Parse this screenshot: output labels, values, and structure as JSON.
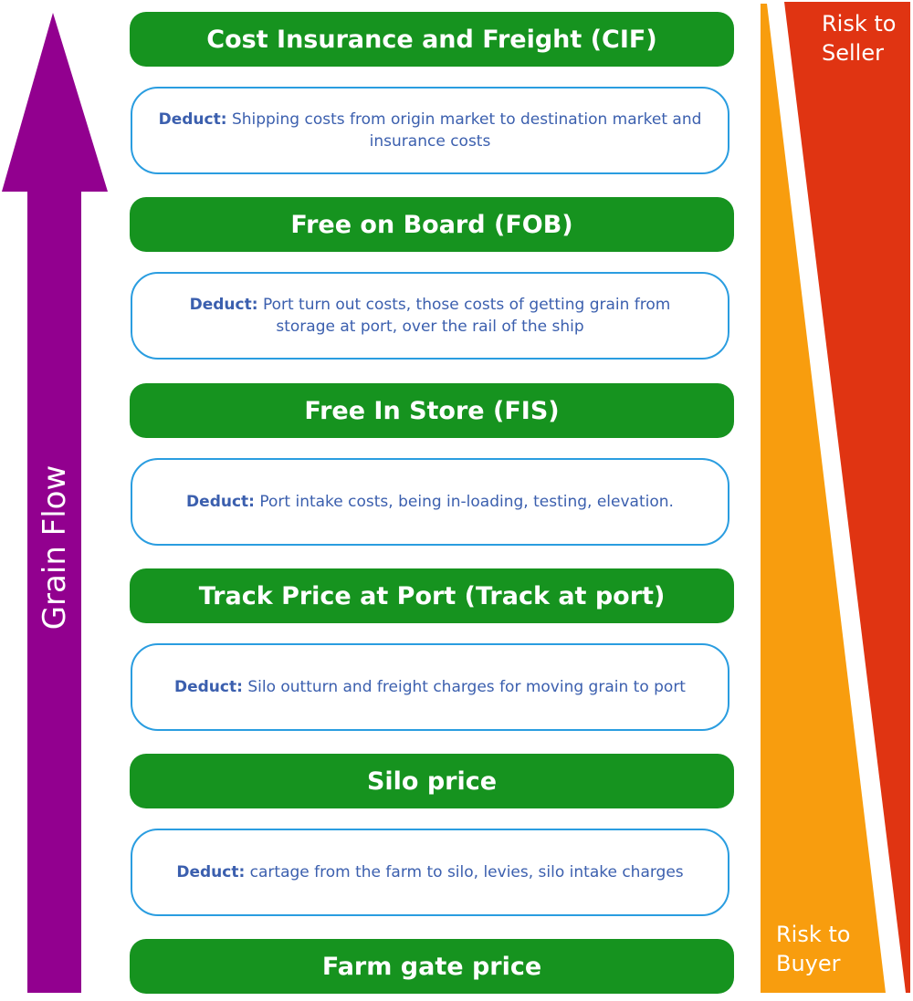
{
  "colors": {
    "arrow": "#92008f",
    "stage": "#16931f",
    "deduct_border": "#2a9de0",
    "deduct_text": "#3b5fae",
    "risk_buyer": "#f89d0e",
    "risk_seller": "#e03412"
  },
  "arrow": {
    "label": "Grain Flow"
  },
  "stages": [
    {
      "name": "Cost Insurance and Freight (CIF)"
    },
    {
      "name": "Free on Board (FOB)"
    },
    {
      "name": "Free In Store (FIS)"
    },
    {
      "name": "Track Price at Port (Track at port)"
    },
    {
      "name": "Silo price"
    },
    {
      "name": "Farm gate price"
    }
  ],
  "deductions": [
    {
      "label": "Deduct:",
      "text": "Shipping costs from origin market to destination market and insurance costs"
    },
    {
      "label": "Deduct:",
      "text": "Port turn out costs, those costs of getting grain from storage at port, over the rail of the ship"
    },
    {
      "label": "Deduct:",
      "text": "Port intake costs, being in-loading, testing, elevation."
    },
    {
      "label": "Deduct:",
      "text": "Silo outturn and freight charges for moving grain to port"
    },
    {
      "label": "Deduct:",
      "text": "cartage from the farm to silo, levies, silo intake charges"
    }
  ],
  "risk": {
    "seller": {
      "line1": "Risk to",
      "line2": "Seller"
    },
    "buyer": {
      "line1": "Risk to",
      "line2": "Buyer"
    }
  }
}
